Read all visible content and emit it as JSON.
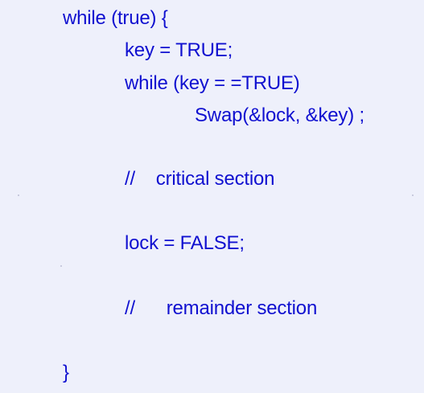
{
  "code": {
    "line_1": "while (true) {",
    "line_2": "key = TRUE;",
    "line_3": "while (key = =TRUE)",
    "line_4": "Swap(&lock, &key) ;",
    "line_5": "//    critical section",
    "line_6": "lock = FALSE;",
    "line_7": "//      remainder section",
    "line_8": "}"
  },
  "colors": {
    "background": "#eef0fb",
    "code_text": "#1010d0"
  }
}
